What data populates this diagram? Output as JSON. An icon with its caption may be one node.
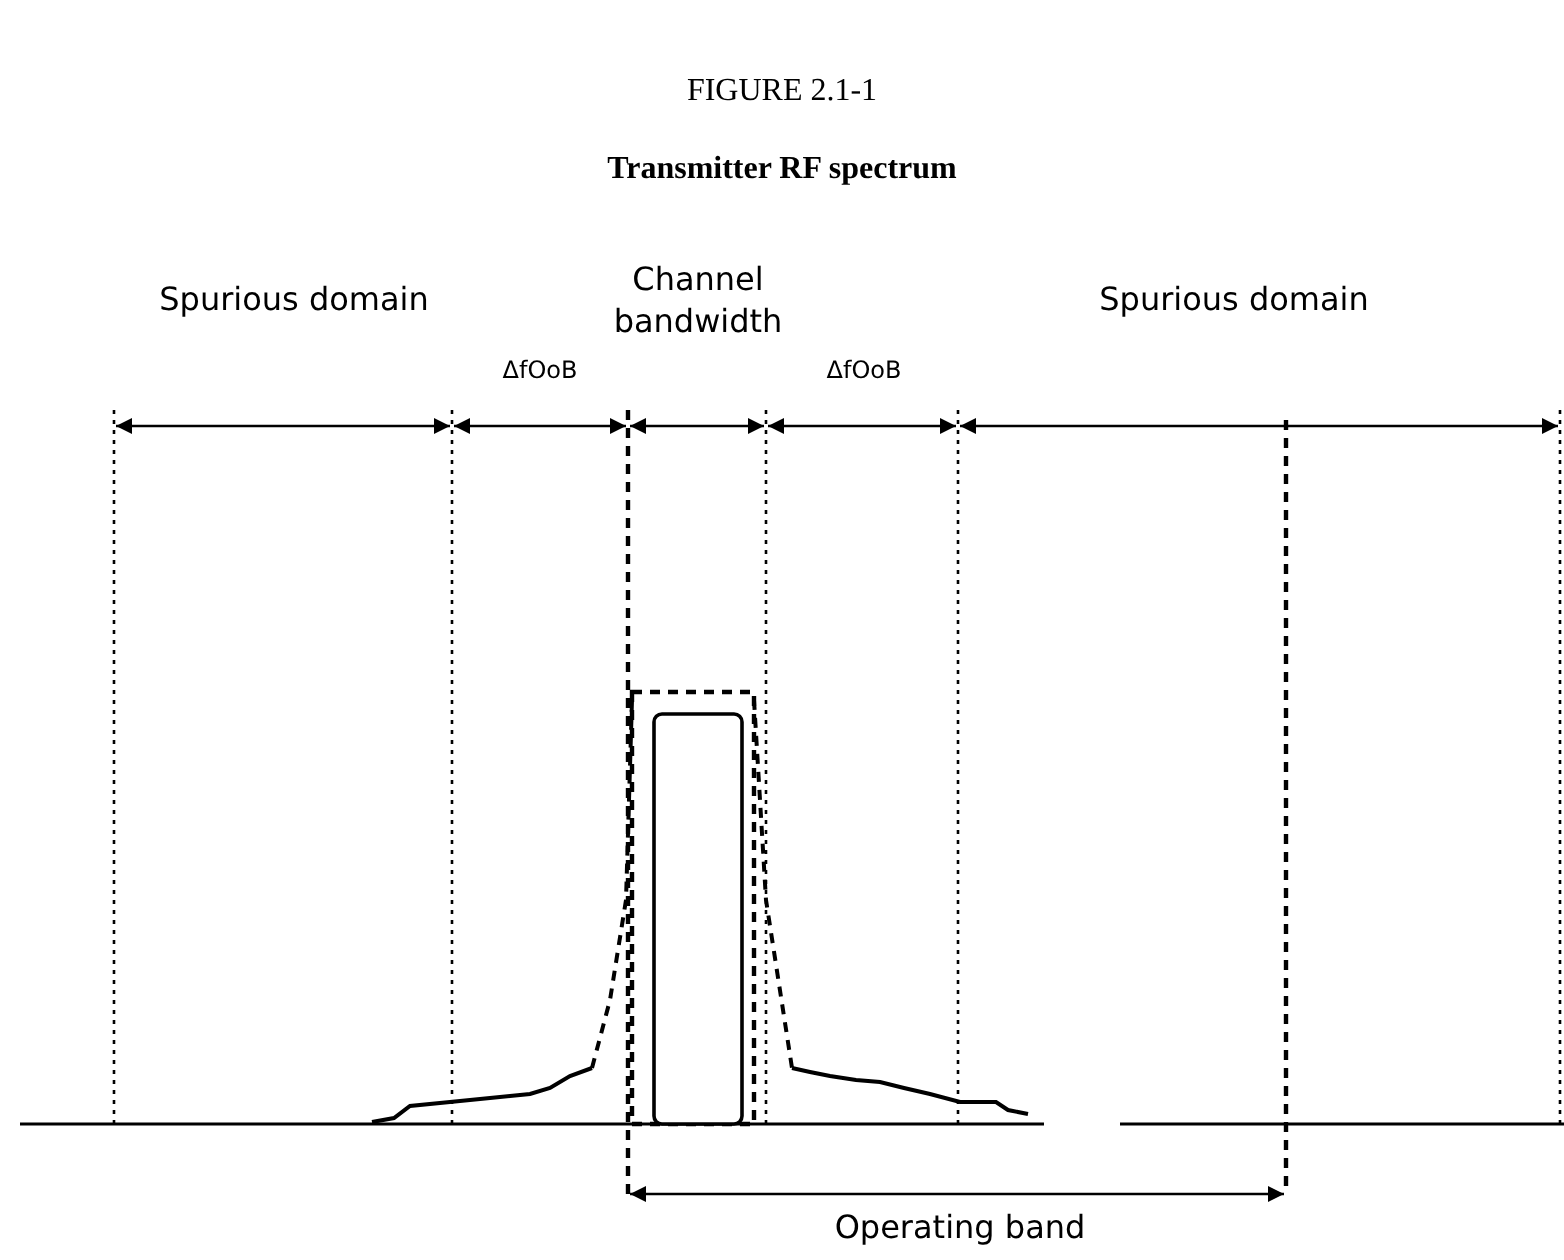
{
  "diagram": {
    "title": "Transmitter RF spectrum",
    "labels": [
      "FIGURE 2.1-1",
      "Spurious domain",
      "Channel bandwidth",
      "Spurious domain",
      "ΔfOoB",
      "ΔfOoB",
      "Operating band"
    ]
  }
}
